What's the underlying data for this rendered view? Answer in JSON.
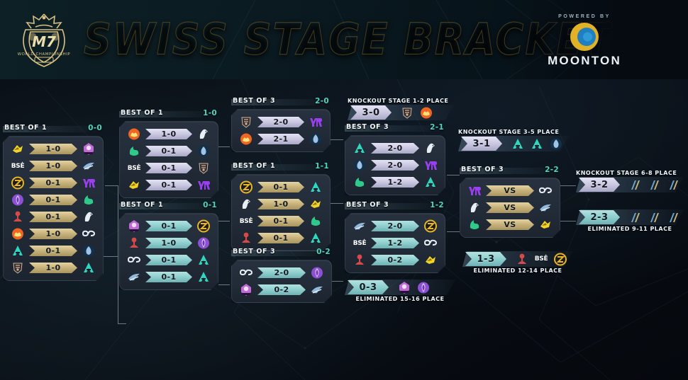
{
  "header": {
    "title": "SWISS STAGE BRACKET",
    "logo_label": "M7",
    "logo_sub": "WORLD CHAMPIONSHIP",
    "powered_by": "POWERED BY",
    "sponsor": "MOONTON"
  },
  "teams": {
    "ONIC": {
      "short": "ONIC",
      "color": "#f2d329",
      "icon": "onic-logo"
    },
    "BSE": {
      "short": "BSĖ",
      "color": "#ffffff",
      "icon": "bse-logo"
    },
    "ZETA": {
      "short": "ZETA",
      "color": "#e8b527",
      "icon": "zeta-logo"
    },
    "FLC": {
      "short": "FLC",
      "color": "#8d4fd6",
      "icon": "falcons-logo"
    },
    "TLPH": {
      "short": "TLPH",
      "color": "#d84a4a",
      "icon": "red-lotus-logo"
    },
    "FNOP": {
      "short": "FNOP",
      "color": "#f06522",
      "icon": "phoenix-logo"
    },
    "AP": {
      "short": "AP",
      "color": "#2fd6c0",
      "icon": "ap-bren-logo"
    },
    "TW": {
      "short": "TW",
      "color": "#c7b9a4",
      "icon": "crest-logo"
    },
    "BG": {
      "short": "BG",
      "color": "#c06ad6",
      "icon": "bigetron-logo"
    },
    "SLT": {
      "short": "SLT",
      "color": "#8fb8dc",
      "icon": "selangor-logo"
    },
    "YR": {
      "short": "YR",
      "color": "#9a3ff0",
      "icon": "yr-logo"
    },
    "GEEK": {
      "short": "GEEK",
      "color": "#2fc98a",
      "icon": "geek-logo"
    },
    "TLID": {
      "short": "TLID",
      "color": "#e8eef5",
      "icon": "white-horse-logo"
    },
    "CG": {
      "short": "CG",
      "color": "#e8eef5",
      "icon": "cg-logo"
    },
    "TL": {
      "short": "TL",
      "color": "#9fc4e8",
      "icon": "team-liquid-logo"
    },
    "TBD": {
      "short": "TBD",
      "color": "#6f8da8",
      "icon": "tbd-logo"
    }
  },
  "rounds": [
    {
      "id": "round1",
      "groups": [
        {
          "id": "r1-00",
          "title": "BEST OF 1",
          "record": "0-0",
          "plate": "gold",
          "matches": [
            {
              "left": "ONIC",
              "score": "1-0",
              "right": "BG"
            },
            {
              "left": "BSE",
              "score": "1-0",
              "right": "SLT"
            },
            {
              "left": "ZETA",
              "score": "0-1",
              "right": "YR"
            },
            {
              "left": "FLC",
              "score": "0-1",
              "right": "GEEK"
            },
            {
              "left": "TLPH",
              "score": "0-1",
              "right": "TLID"
            },
            {
              "left": "FNOP",
              "score": "1-0",
              "right": "CG"
            },
            {
              "left": "AP",
              "score": "0-1",
              "right": "TL"
            },
            {
              "left": "TW",
              "score": "1-0",
              "right": "AP"
            }
          ]
        }
      ]
    },
    {
      "id": "round2",
      "groups": [
        {
          "id": "r2-10",
          "title": "BEST OF 1",
          "record": "1-0",
          "plate": "lav",
          "matches": [
            {
              "left": "FNOP",
              "score": "1-0",
              "right": "TLID"
            },
            {
              "left": "GEEK",
              "score": "0-1",
              "right": "TL"
            },
            {
              "left": "BSE",
              "score": "0-1",
              "right": "TW"
            },
            {
              "left": "ONIC",
              "score": "0-1",
              "right": "YR"
            }
          ]
        },
        {
          "id": "r2-01",
          "title": "BEST OF 1",
          "record": "0-1",
          "plate": "teal",
          "matches": [
            {
              "left": "BG",
              "score": "0-1",
              "right": "ZETA"
            },
            {
              "left": "TLPH",
              "score": "1-0",
              "right": "FLC"
            },
            {
              "left": "CG",
              "score": "0-1",
              "right": "AP"
            },
            {
              "left": "SLT",
              "score": "0-1",
              "right": "AP"
            }
          ]
        }
      ]
    },
    {
      "id": "round3",
      "groups": [
        {
          "id": "r3-20",
          "title": "BEST OF 3",
          "record": "2-0",
          "plate": "lav",
          "matches": [
            {
              "left": "TW",
              "score": "2-0",
              "right": "YR"
            },
            {
              "left": "FNOP",
              "score": "2-1",
              "right": "TL"
            }
          ]
        },
        {
          "id": "r3-11",
          "title": "BEST OF 1",
          "record": "1-1",
          "plate": "gold",
          "matches": [
            {
              "left": "ZETA",
              "score": "0-1",
              "right": "AP"
            },
            {
              "left": "TLID",
              "score": "1-0",
              "right": "ONIC"
            },
            {
              "left": "BSE",
              "score": "0-1",
              "right": "GEEK"
            },
            {
              "left": "TLPH",
              "score": "0-1",
              "right": "AP"
            }
          ]
        },
        {
          "id": "r3-02",
          "title": "BEST OF 3",
          "record": "0-2",
          "plate": "teal",
          "matches": [
            {
              "left": "CG",
              "score": "2-0",
              "right": "FLC"
            },
            {
              "left": "BG",
              "score": "0-2",
              "right": "SLT"
            }
          ]
        }
      ]
    },
    {
      "id": "round4",
      "groups": [
        {
          "id": "r4-21",
          "title": "BEST OF 3",
          "record": "2-1",
          "plate": "lav",
          "matches": [
            {
              "left": "AP",
              "score": "2-0",
              "right": "TLID"
            },
            {
              "left": "TL",
              "score": "2-0",
              "right": "YR"
            },
            {
              "left": "GEEK",
              "score": "1-2",
              "right": "AP"
            }
          ]
        },
        {
          "id": "r4-12",
          "title": "BEST OF 3",
          "record": "1-2",
          "plate": "teal",
          "matches": [
            {
              "left": "SLT",
              "score": "2-0",
              "right": "ZETA"
            },
            {
              "left": "BSE",
              "score": "1-2",
              "right": "CG"
            },
            {
              "left": "TLPH",
              "score": "0-2",
              "right": "ONIC"
            }
          ]
        }
      ]
    },
    {
      "id": "round5",
      "groups": [
        {
          "id": "r5-22",
          "title": "BEST OF 3",
          "record": "2-2",
          "plate": "gold",
          "matches": [
            {
              "left": "YR",
              "score": "VS",
              "right": "CG"
            },
            {
              "left": "TLID",
              "score": "VS",
              "right": "SLT"
            },
            {
              "left": "GEEK",
              "score": "VS",
              "right": "ONIC"
            }
          ]
        }
      ]
    }
  ],
  "banners": [
    {
      "id": "ko-1-2",
      "caption": "KNOCKOUT STAGE 1-2 PLACE",
      "caption_pos": "top",
      "score": "3-0",
      "plate": "lav",
      "teams": [
        "TW",
        "FNOP"
      ]
    },
    {
      "id": "ko-3-5",
      "caption": "KNOCKOUT STAGE 3-5 PLACE",
      "caption_pos": "top",
      "score": "3-1",
      "plate": "lav",
      "teams": [
        "AP",
        "AP",
        "TL"
      ]
    },
    {
      "id": "ko-6-8",
      "caption": "KNOCKOUT STAGE 6-8 PLACE",
      "caption_pos": "top",
      "score": "3-2",
      "plate": "lav",
      "teams": [
        "TBD",
        "TBD",
        "TBD"
      ]
    },
    {
      "id": "elim-9-11",
      "caption": "ELIMINATED 9-11 PLACE",
      "caption_pos": "bottom",
      "score": "2-3",
      "plate": "teal",
      "teams": [
        "TBD",
        "TBD",
        "TBD"
      ]
    },
    {
      "id": "elim-12-14",
      "caption": "ELIMINATED 12-14 PLACE",
      "caption_pos": "bottom",
      "score": "1-3",
      "plate": "teal",
      "teams": [
        "TLPH",
        "BSE",
        "ZETA"
      ]
    },
    {
      "id": "elim-15-16",
      "caption": "ELIMINATED 15-16 PLACE",
      "caption_pos": "bottom",
      "score": "0-3",
      "plate": "teal",
      "teams": [
        "BG",
        "FLC"
      ]
    }
  ],
  "colors": {
    "accent_teal": "#4fd6c0",
    "gold": "#c9b47c",
    "panel": "#242d3a",
    "bg": "#070b11"
  }
}
